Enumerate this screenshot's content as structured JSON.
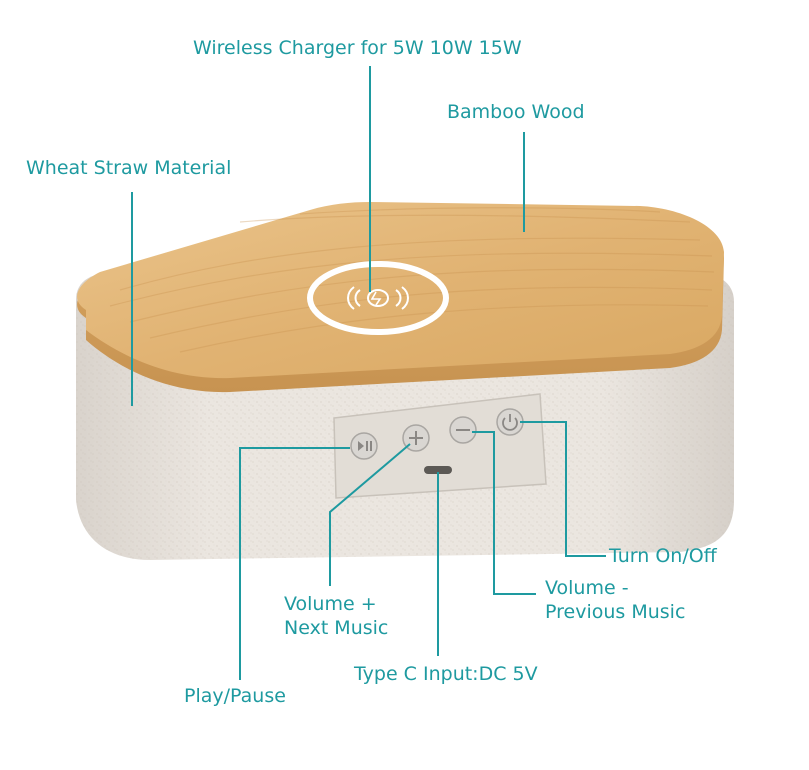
{
  "colors": {
    "accent": "#1e9aa0",
    "bamboo": "#e3b77a",
    "fabric": "#e7e2dc",
    "button_face": "#d9d6d2"
  },
  "labels": {
    "wireless_charger": "Wireless Charger for 5W 10W 15W",
    "bamboo_wood": "Bamboo Wood",
    "wheat_straw": "Wheat Straw Material",
    "turn_on_off": "Turn On/Off",
    "volume_minus_line1": "Volume -",
    "volume_minus_line2": "Previous Music",
    "volume_plus_line1": "Volume +",
    "volume_plus_line2": "Next Music",
    "type_c": "Type C Input:DC 5V",
    "play_pause": "Play/Pause"
  },
  "icons": {
    "charging_pad": "wireless-charging-icon",
    "play_pause": "play-pause-icon",
    "volume_plus": "plus-icon",
    "volume_minus": "minus-icon",
    "power": "power-icon",
    "usb_port": "usb-c-port"
  }
}
